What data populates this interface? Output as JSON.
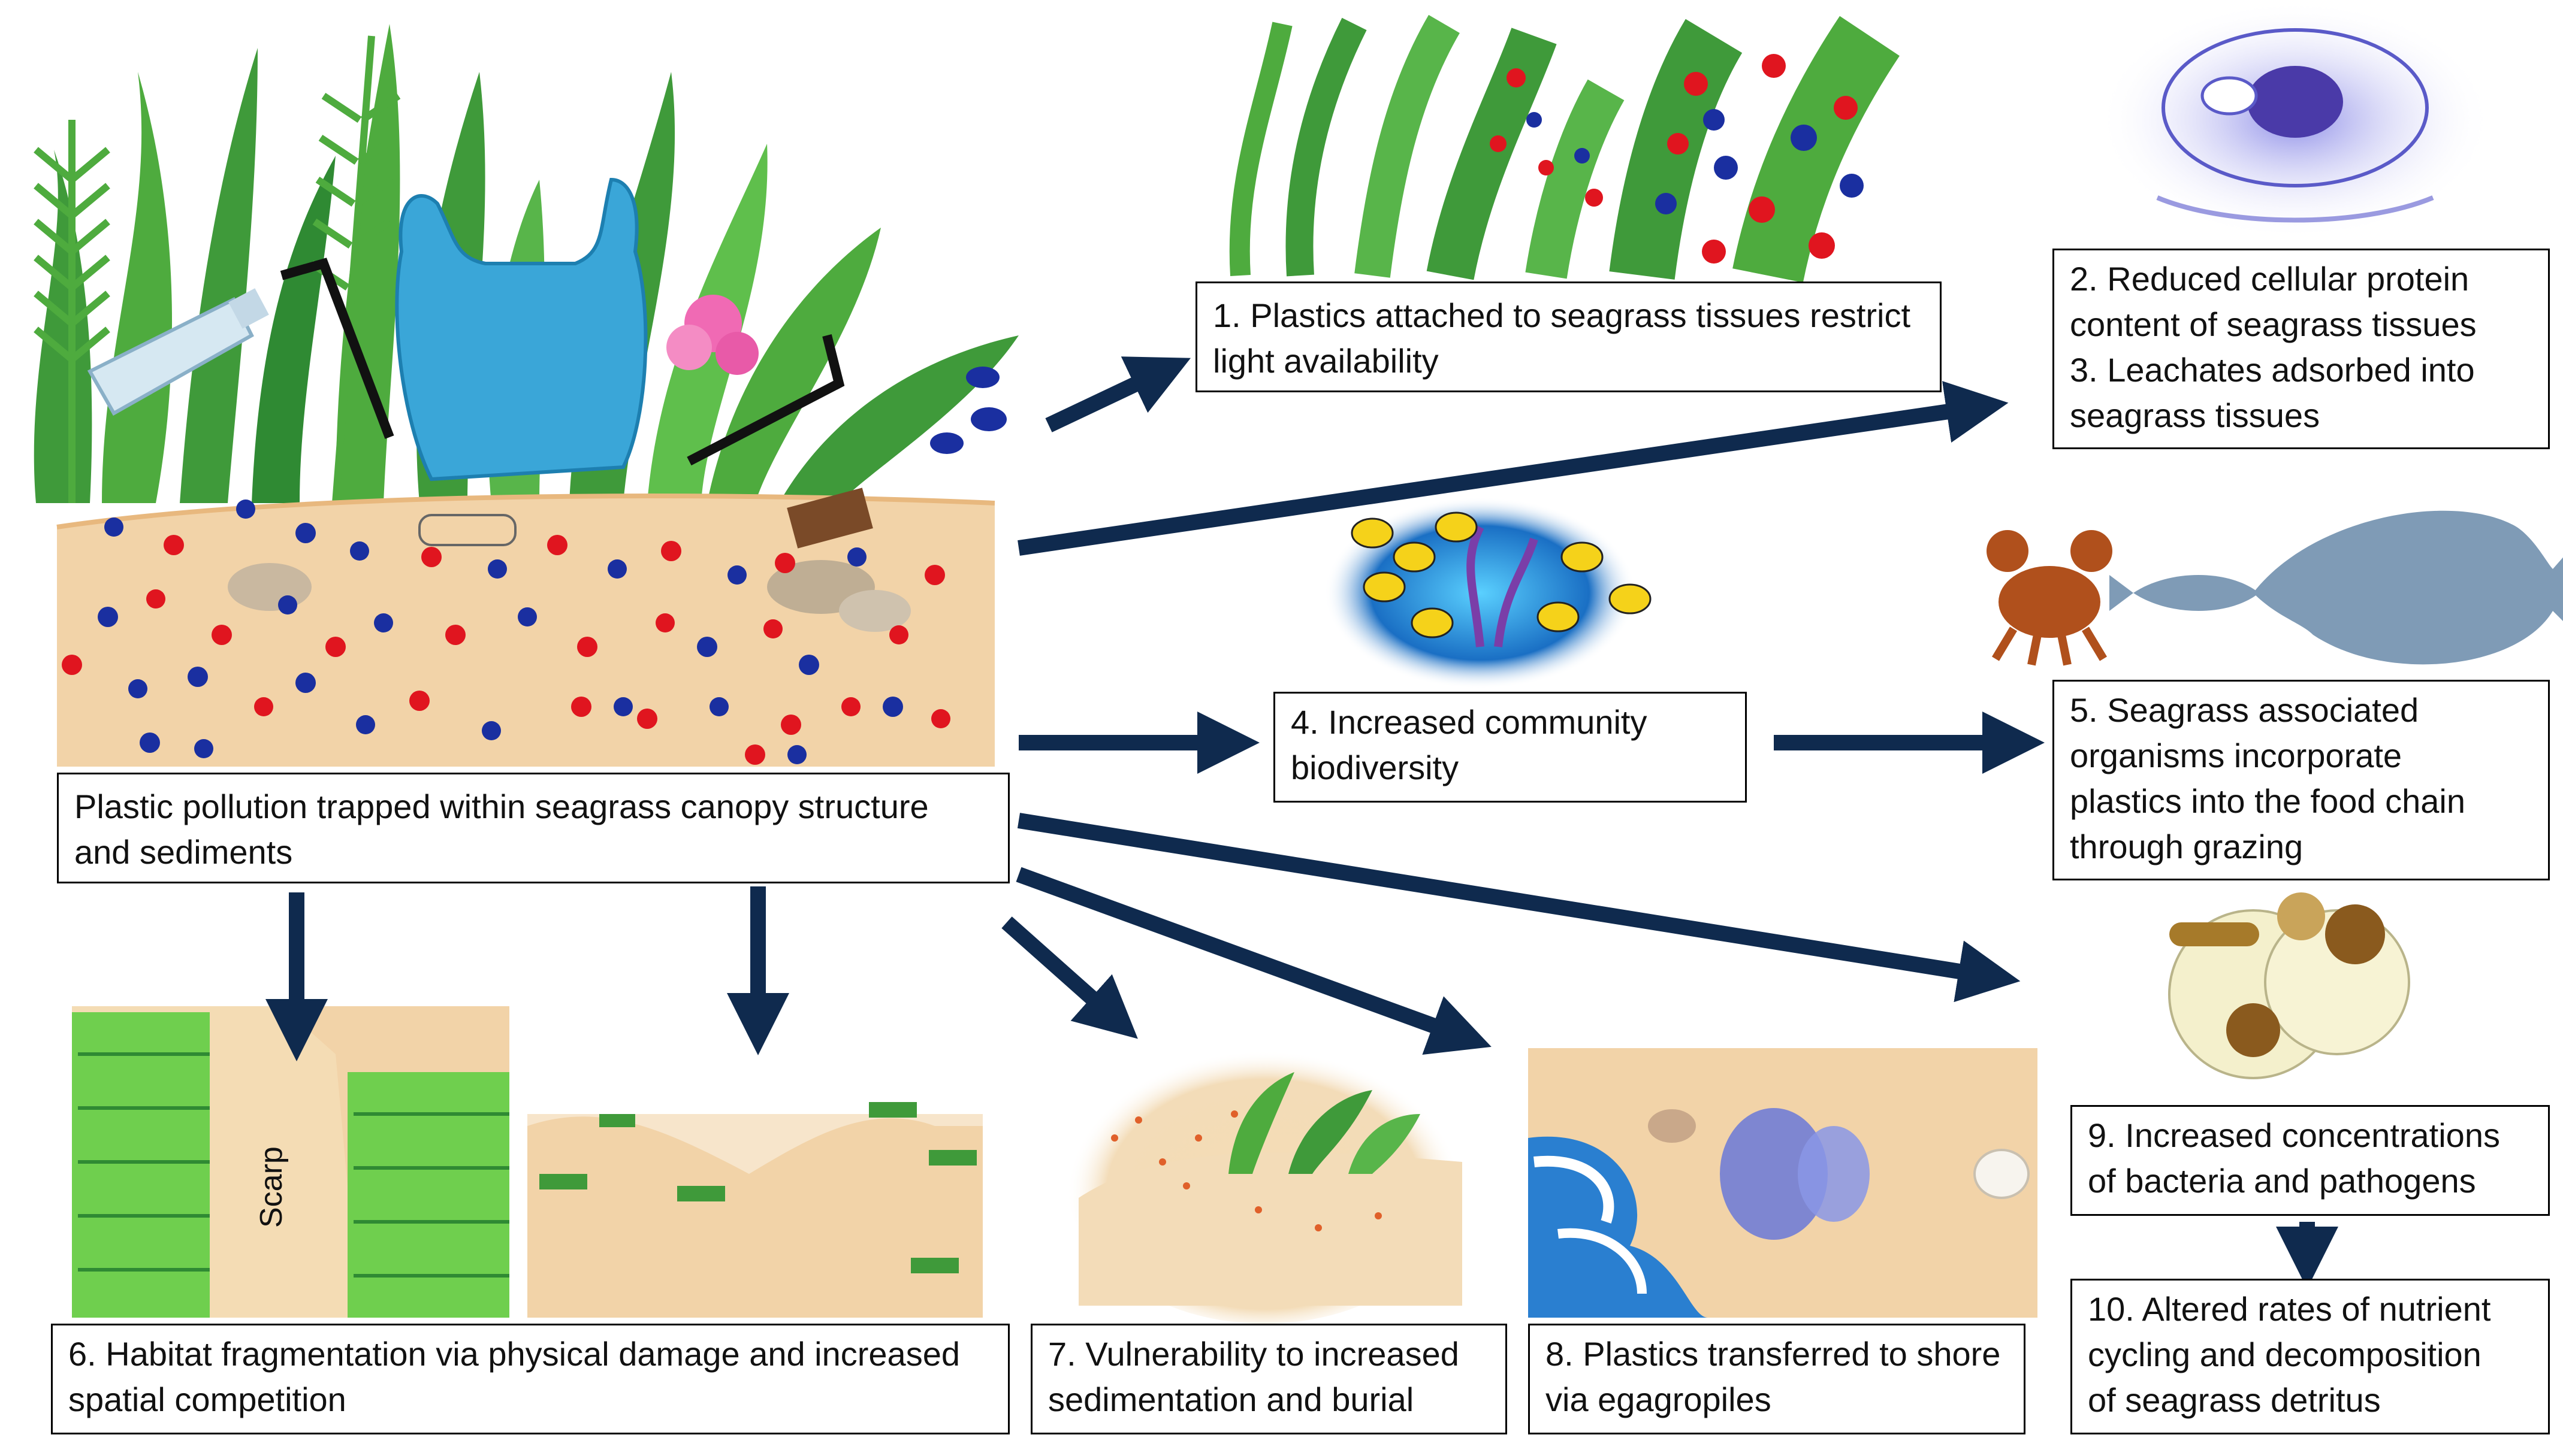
{
  "colors": {
    "arrow": "#0f2a4e",
    "sand": "#f2d3a8",
    "sand_dark": "#e8b87e",
    "grass": "#3f9a3a",
    "grass_light": "#7cc35a",
    "particle_red": "#e0151f",
    "particle_blue": "#1a2fa0",
    "water": "#2a7fd0"
  },
  "main": {
    "pollution_label": "Plastic pollution trapped within seagrass canopy structure and sediments"
  },
  "effects": [
    {
      "id": "1",
      "text": "1. Plastics attached to seagrass tissues restrict light availability"
    },
    {
      "id": "2-3",
      "lines": [
        "2. Reduced cellular protein",
        "content of seagrass tissues",
        "3. Leachates adsorbed into",
        "seagrass tissues"
      ]
    },
    {
      "id": "4",
      "lines": [
        "4. Increased community",
        "biodiversity"
      ]
    },
    {
      "id": "5",
      "lines": [
        "5. Seagrass associated",
        "organisms incorporate",
        "plastics into the food chain",
        "through grazing"
      ]
    },
    {
      "id": "6",
      "lines": [
        "6. Habitat fragmentation via physical damage and increased",
        "spatial competition"
      ]
    },
    {
      "id": "7",
      "lines": [
        "7. Vulnerability to increased",
        "sedimentation and burial"
      ]
    },
    {
      "id": "8",
      "lines": [
        "8. Plastics transferred to shore",
        "via egagropiles"
      ]
    },
    {
      "id": "9",
      "lines": [
        "9. Increased concentrations",
        "of bacteria and pathogens"
      ]
    },
    {
      "id": "10",
      "lines": [
        "10. Altered rates of nutrient",
        "cycling and decomposition",
        "of seagrass detritus"
      ]
    }
  ],
  "image_labels": {
    "scarp": "Scarp"
  },
  "icons": [
    "seagrass-plastic-illustration",
    "seagrass-blade-microplastic-icon",
    "tissue-micrograph-icon",
    "reef-fish-icon",
    "crab-icon",
    "fish-chain-icon",
    "bacteria-icon",
    "scarp-fragmentation-icon",
    "patchy-seagrass-icon",
    "sediment-burial-icon",
    "egagropile-shore-icon"
  ]
}
